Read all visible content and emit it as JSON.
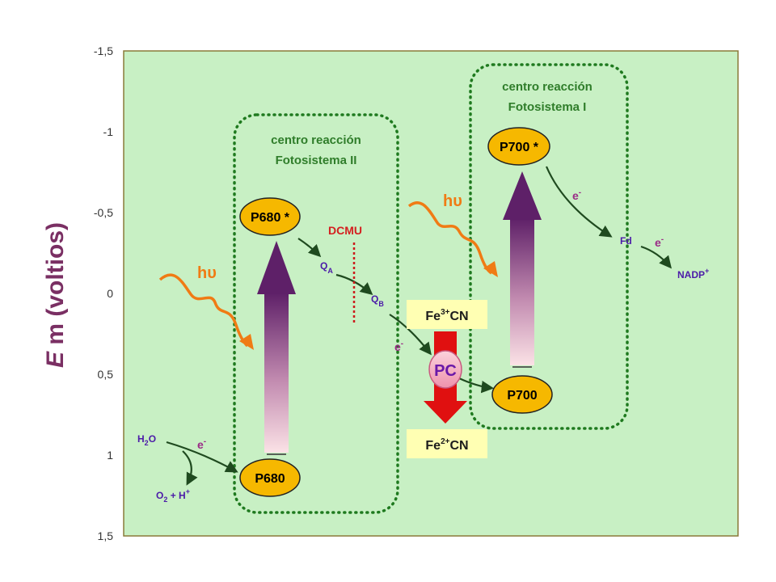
{
  "axis": {
    "label_italic": "E",
    "label_rest": " m (voltios)",
    "ticks": [
      "-1,5",
      "-1",
      "-0,5",
      "0",
      "0,5",
      "1",
      "1,5"
    ]
  },
  "psii": {
    "title_line1": "centro reacción",
    "title_line2": "Fotosistema II",
    "excited": "P680 *",
    "ground": "P680"
  },
  "psi": {
    "title_line1": "centro reacción",
    "title_line2": "Fotosistema I",
    "excited": "P700 *",
    "ground": "P700"
  },
  "light": {
    "symbol": "hυ"
  },
  "electron": {
    "symbol": "e",
    "sup": "-"
  },
  "carriers": {
    "h2o_main": "H",
    "h2o_sub": "2",
    "h2o_end": "O",
    "o2_main": "O",
    "o2_sub": "2",
    "o2_end": " + H",
    "o2_sup": "+",
    "qa_main": "Q",
    "qa_sub": "A",
    "qb_main": "Q",
    "qb_sub": "B",
    "fd": "Fd",
    "nadp": "NADP",
    "nadp_sup": "+",
    "pc": "PC"
  },
  "inhibitor": "DCMU",
  "ferricyanide": {
    "pre": "Fe",
    "sup": "3+",
    "post": "CN"
  },
  "ferrocyanide": {
    "pre": "Fe",
    "sup": "2+",
    "post": "CN"
  },
  "colors": {
    "panel": "#c8f0c4",
    "panel_border": "#8a7a3a",
    "box_dots": "#1f7a1f",
    "pigment_fill": "#f6b800",
    "arrow_dark": "#6b2a72",
    "arrow_light": "#f5d0d5",
    "green_arrow": "#1f4a1f",
    "light_wave": "#f07b14",
    "red_arrow": "#e01010",
    "fe_box": "#ffffb3"
  }
}
